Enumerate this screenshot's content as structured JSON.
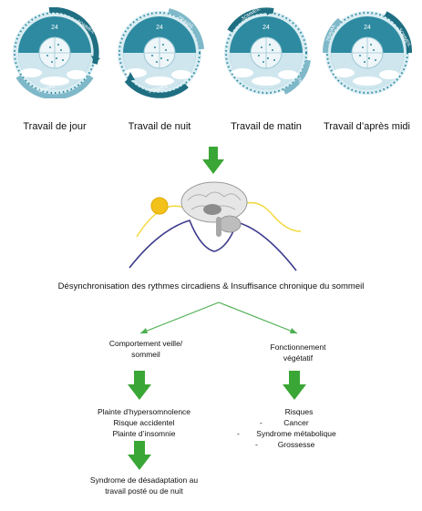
{
  "clocks": [
    {
      "id": "jour",
      "label": "Travail de jour",
      "hour": "24",
      "arc_labels": [
        "SOMMEIL",
        "TRAVAIL"
      ]
    },
    {
      "id": "nuit",
      "label": "Travail de nuit",
      "hour": "24",
      "arc_labels": [
        "TRAVAIL",
        "SOMMEIL"
      ]
    },
    {
      "id": "matin",
      "label": "Travail de matin",
      "hour": "24",
      "arc_labels": [
        "SOMMEIL",
        "TRAVAIL"
      ]
    },
    {
      "id": "apresmidi",
      "label": "Travail d’après midi",
      "hour": "24",
      "arc_labels": [
        "SOMMEIL",
        "TRAVAIL"
      ]
    }
  ],
  "colors": {
    "teal": "#2d8aa0",
    "teal_dark": "#1f6f82",
    "arrow_green": "#3aa635",
    "line_green": "#4caf50",
    "sun": "#f2c21b",
    "moon": "#1e3a9a",
    "wave_yellow": "#f2d83a",
    "wave_purple": "#3c3a8c"
  },
  "title": "Désynchronisation des rythmes circadiens & Insuffisance chronique du sommeil",
  "left_branch": {
    "header": [
      "Comportement veille/",
      "sommeil"
    ],
    "complaints": [
      "Plainte d’hypersomnolence",
      "Risque accidentel",
      "Plainte d’insomnie"
    ],
    "syndrome": [
      "Syndrome de désadaptation au",
      "travail posté ou de nuit"
    ]
  },
  "right_branch": {
    "header": [
      "Fonctionnement",
      "végétatif"
    ],
    "risks_title": "Risques",
    "risks": [
      "Cancer",
      "Syndrome métabolique",
      "Grossesse"
    ],
    "bullet": "-"
  }
}
